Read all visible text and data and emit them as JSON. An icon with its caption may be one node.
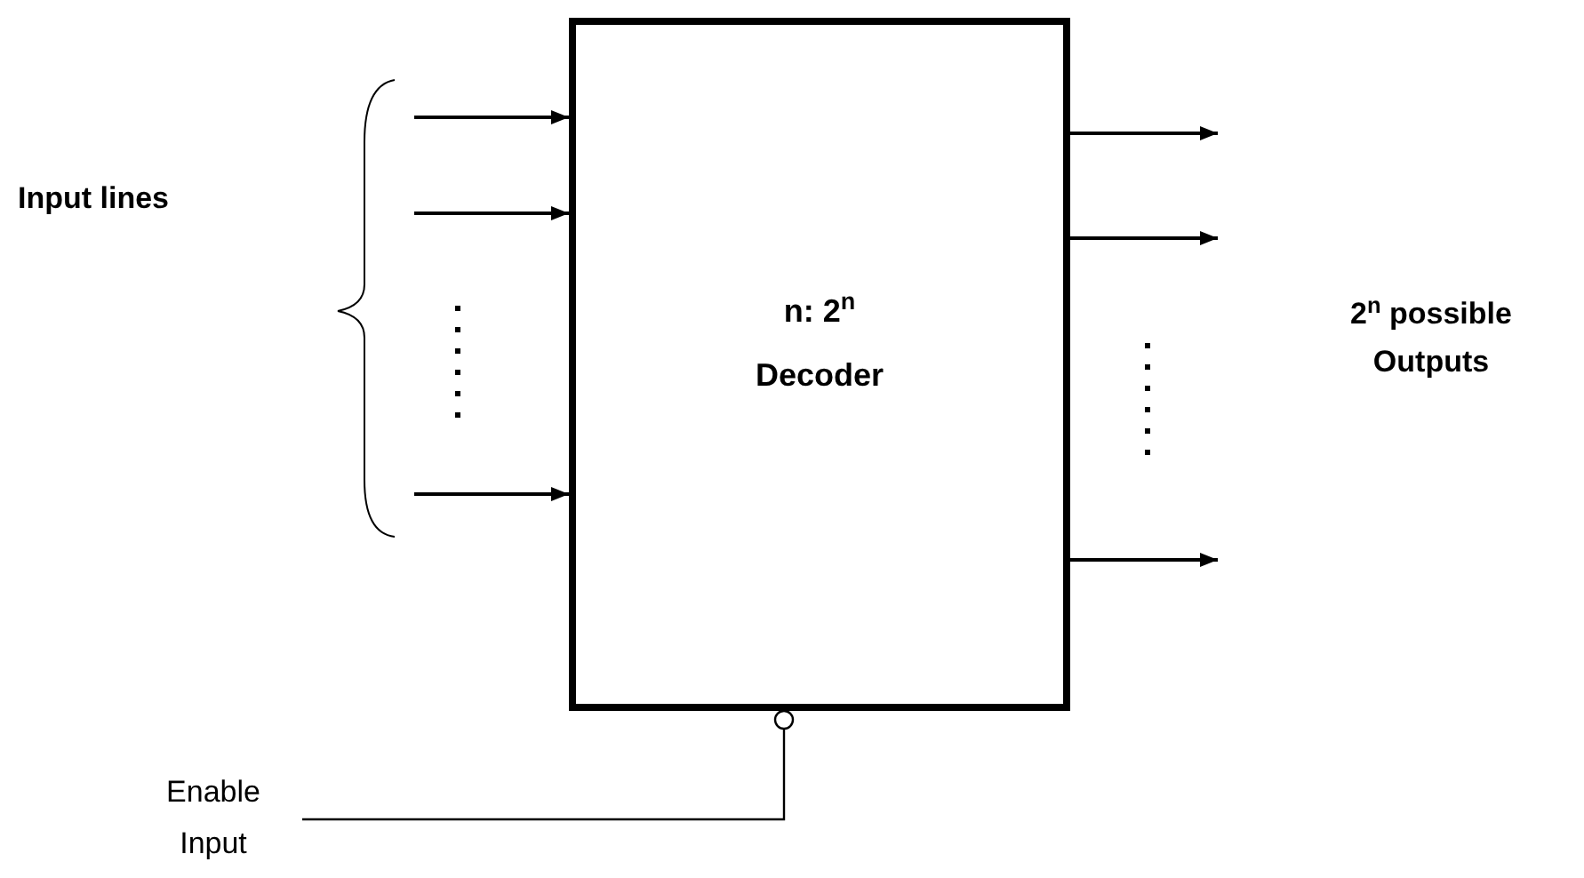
{
  "diagram": {
    "nodes": [
      {
        "text": [
          "n: 2$^{n}$ Decoder"
        ]
      },
      {
        "text": [
          "Enable Input"
        ]
      }
    ],
    "edges": [
      {
        "from": null,
        "to": 0,
        "arrow": "to"
      },
      {
        "from": null,
        "to": 0,
        "arrow": "to"
      },
      {
        "from": null,
        "to": 0,
        "arrow": "to"
      },
      {
        "from": 0,
        "to": null,
        "arrow": "to"
      },
      {
        "from": 0,
        "to": null,
        "arrow": "to"
      },
      {
        "from": 0,
        "to": null,
        "arrow": "to"
      },
      {
        "from": 1,
        "to": 0,
        "arrow": "other"
      }
    ],
    "labels": [
      "Input lines",
      "2$^{n}$ possible Outputs"
    ]
  }
}
